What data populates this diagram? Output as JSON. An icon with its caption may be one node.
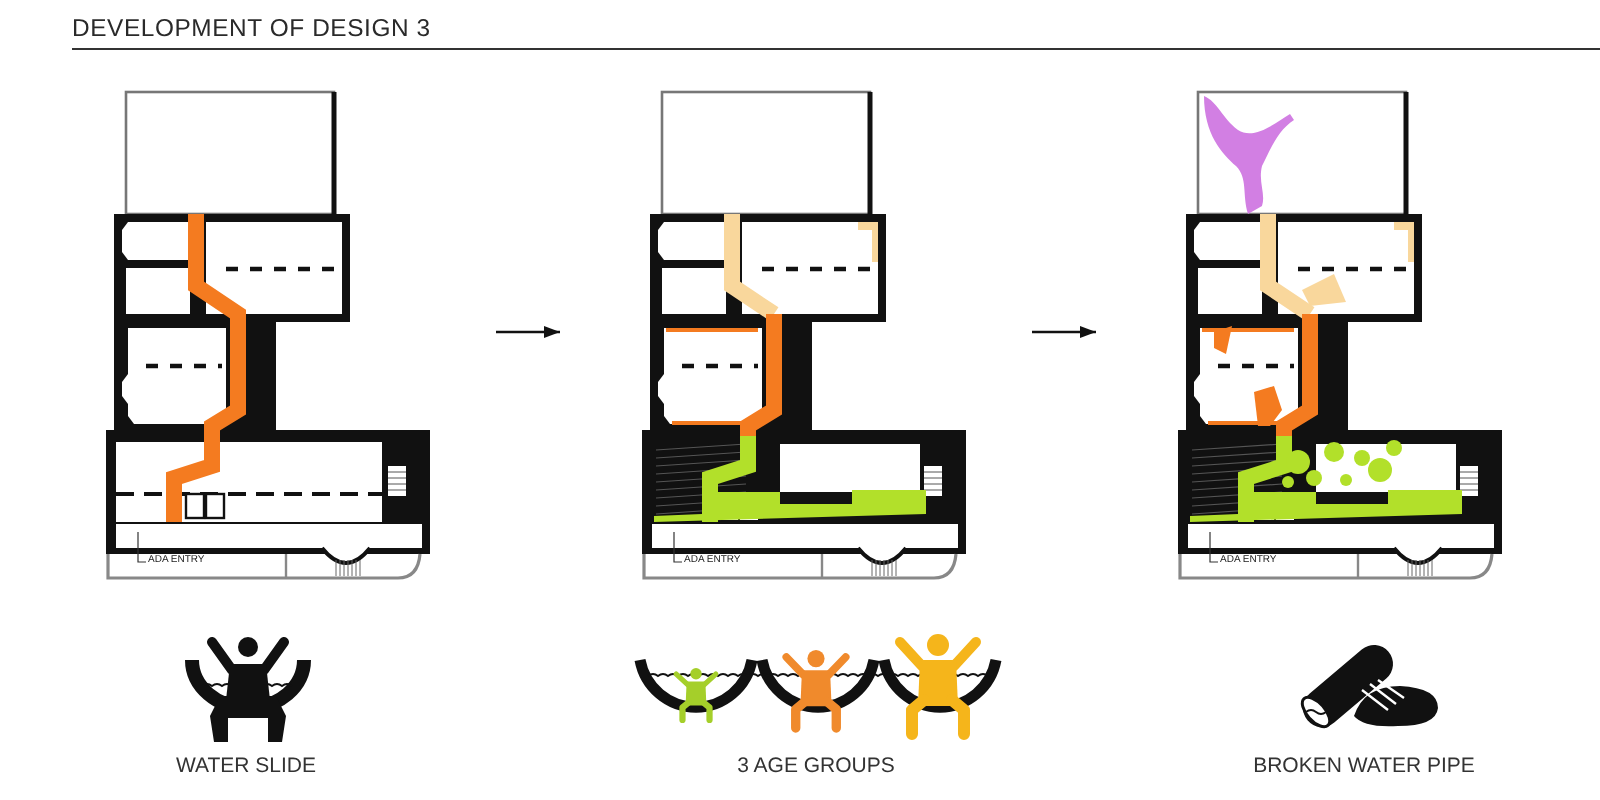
{
  "diagram": {
    "title": "DEVELOPMENT OF DESIGN 3",
    "nodes": [
      {
        "text": [
          "ADA ENTRY"
        ]
      },
      {
        "text": [
          "ADA ENTRY"
        ]
      },
      {
        "text": [
          "ADA ENTRY"
        ]
      }
    ],
    "edges": [
      {
        "from": 0,
        "to": 1,
        "arrow": "to"
      },
      {
        "from": 1,
        "to": 2,
        "arrow": "to"
      }
    ],
    "labels": [
      "WATER SLIDE",
      "3 AGE GROUPS",
      "BROKEN WATER PIPE"
    ]
  }
}
